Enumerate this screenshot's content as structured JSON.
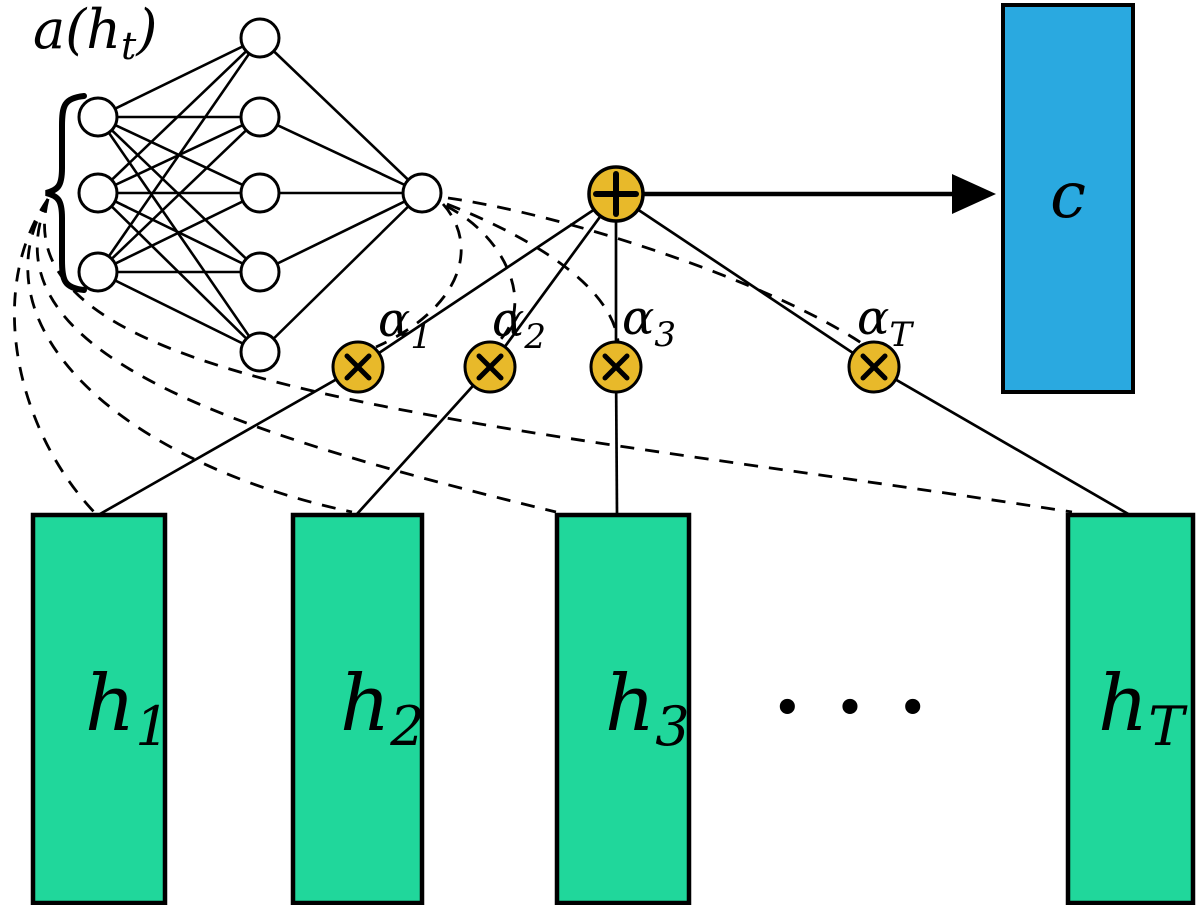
{
  "diagram": {
    "attention_label": {
      "open": "a(h",
      "sub": "t",
      "close": ")"
    },
    "alpha_labels": [
      {
        "base": "α",
        "sub": "1"
      },
      {
        "base": "α",
        "sub": "2"
      },
      {
        "base": "α",
        "sub": "3"
      },
      {
        "base": "α",
        "sub": "T"
      }
    ],
    "hidden_labels": [
      {
        "base": "h",
        "sub": "1"
      },
      {
        "base": "h",
        "sub": "2"
      },
      {
        "base": "h",
        "sub": "3"
      },
      {
        "base": "h",
        "sub": "T"
      }
    ],
    "context_label": "c",
    "ellipsis": "•••",
    "sum_symbol": "+",
    "product_symbol": "×",
    "colors": {
      "operator_fill": "#E8B92A",
      "hidden_state_fill": "#20D79B",
      "context_fill": "#2AA9E0",
      "node_fill": "#ffffff",
      "stroke": "#000000",
      "background": "#ffffff"
    }
  }
}
